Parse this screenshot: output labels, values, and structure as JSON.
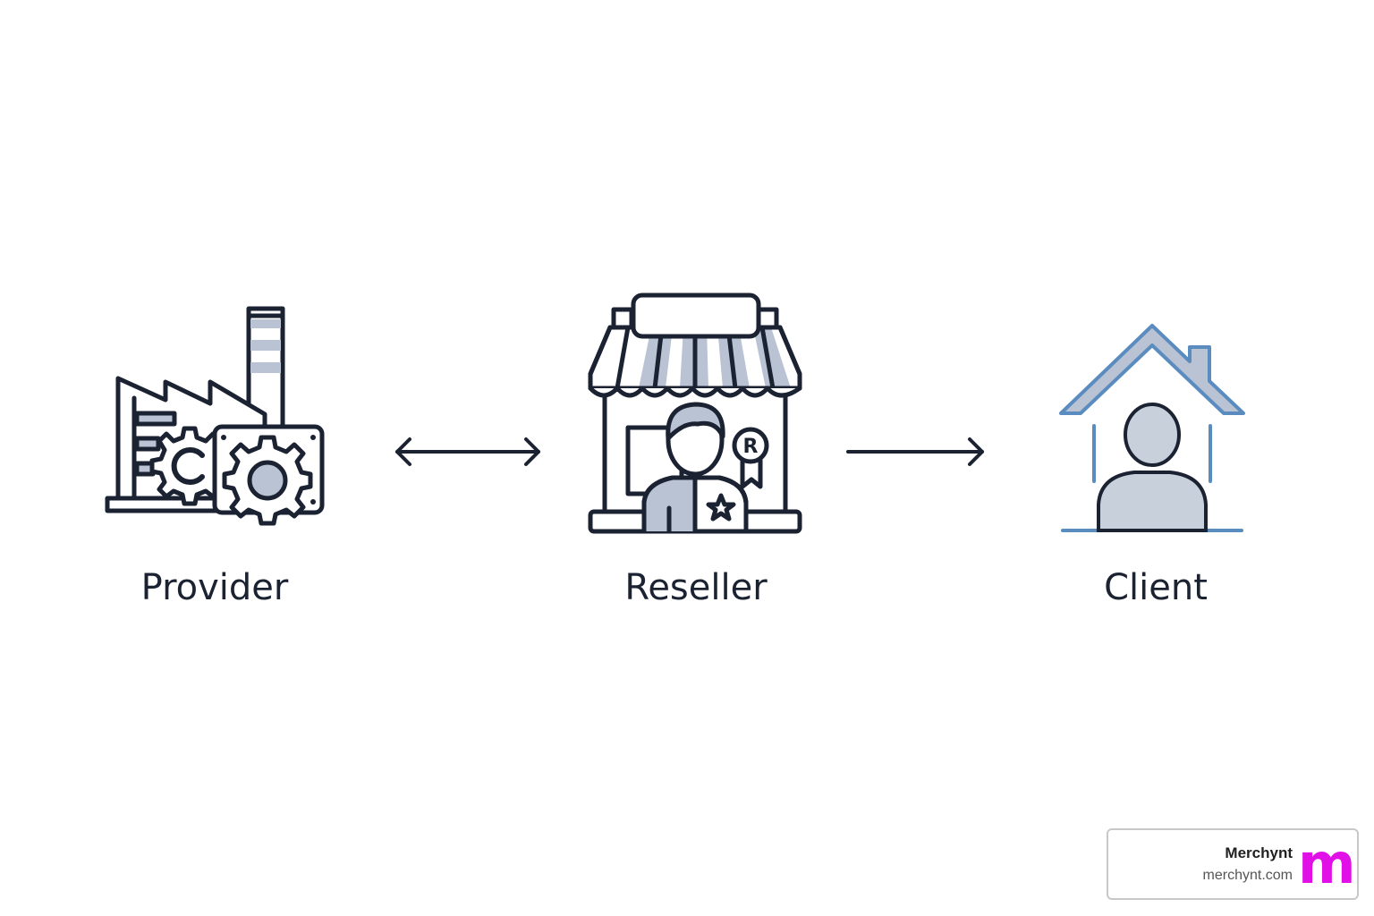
{
  "diagram": {
    "nodes": [
      {
        "id": "provider",
        "label": "Provider",
        "icon": "factory-gears-icon"
      },
      {
        "id": "reseller",
        "label": "Reseller",
        "icon": "storefront-person-icon"
      },
      {
        "id": "client",
        "label": "Client",
        "icon": "house-person-icon"
      }
    ],
    "edges": [
      {
        "from": "provider",
        "to": "reseller",
        "direction": "bidirectional"
      },
      {
        "from": "reseller",
        "to": "client",
        "direction": "forward"
      }
    ]
  },
  "watermark": {
    "name": "Merchynt",
    "url": "merchynt.com",
    "logo_letter": "m",
    "logo_color": "#e010e6"
  },
  "colors": {
    "stroke": "#1b2232",
    "fill_gray": "#b9c3d4",
    "client_blue": "#5b8cc0",
    "client_fill": "#c8d0dc"
  }
}
